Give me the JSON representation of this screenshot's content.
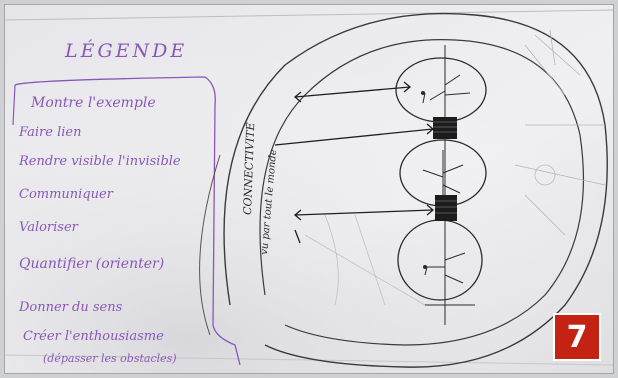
{
  "image": {
    "legend_title": "LÉGENDE",
    "legend_items": [
      "Montre l'exemple",
      "Faire lien",
      "Rendre visible l'invisible",
      "Communiquer",
      "Valoriser",
      "Quantifier (orienter)",
      "Donner du sens",
      "Créer l'enthousiasme",
      "(dépasser les obstacles)"
    ],
    "diagram_text_1": "CONNECTIVITÉ",
    "diagram_text_2": "vu par tout le monde",
    "badge_number": "7",
    "colors": {
      "paper": "#e9e8ea",
      "ink_purple": "#8a57b8",
      "ink_dark": "#2b2b2b",
      "badge_red": "#c42314"
    }
  }
}
